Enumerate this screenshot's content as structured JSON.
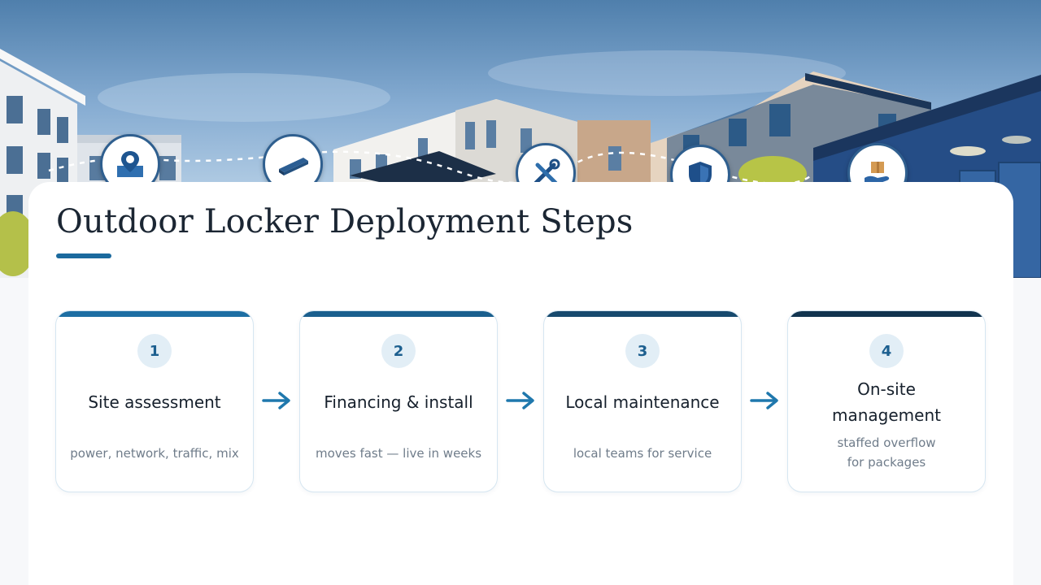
{
  "title": "Outdoor Locker Deployment Steps",
  "colors": {
    "accent": "#1b6a9e",
    "arrow": "#1f78ad",
    "step_top": [
      "#1d6ea3",
      "#1a5f8e",
      "#174a6e",
      "#12344f"
    ]
  },
  "hero_icons": [
    "location-pin-icon",
    "parcel-locker-icon",
    "tools-icon",
    "shield-icon",
    "package-hand-icon"
  ],
  "steps": [
    {
      "number": "1",
      "title": "Site assessment",
      "description": "power, network, traffic, mix"
    },
    {
      "number": "2",
      "title": "Financing & install",
      "description": "moves fast — live in weeks"
    },
    {
      "number": "3",
      "title": "Local maintenance",
      "description": "local teams for service"
    },
    {
      "number": "4",
      "title": "On-site management",
      "description": "staffed overflow for packages"
    }
  ]
}
